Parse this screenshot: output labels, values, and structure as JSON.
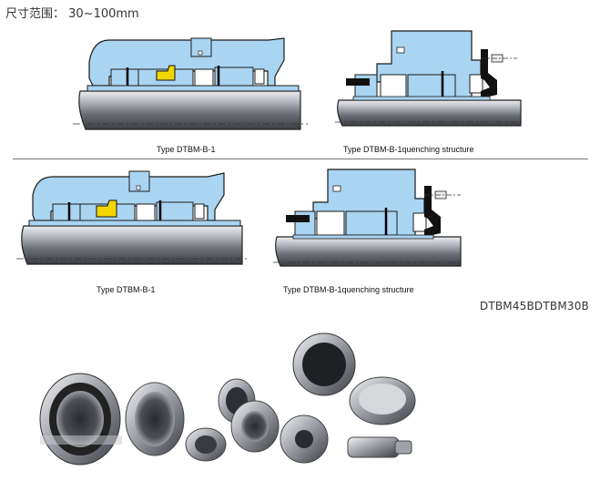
{
  "header": {
    "range_text": "尺寸范围： 30~100mm"
  },
  "diagrams": [
    {
      "caption": "Type DTBM-B-1"
    },
    {
      "caption": "Type DTBM-B-1quenching structure"
    },
    {
      "caption": "Type DTBM-B-1"
    },
    {
      "caption": "Type DTBM-B-1quenching structure"
    }
  ],
  "model_code": "DTBM45BDTBM30B",
  "colors": {
    "seal_blue": "#a9d4f2",
    "outline": "#1b1b1b",
    "gold": "#f2d600",
    "shaft_dark": "#55585e",
    "shaft_light": "#d8dadf"
  }
}
